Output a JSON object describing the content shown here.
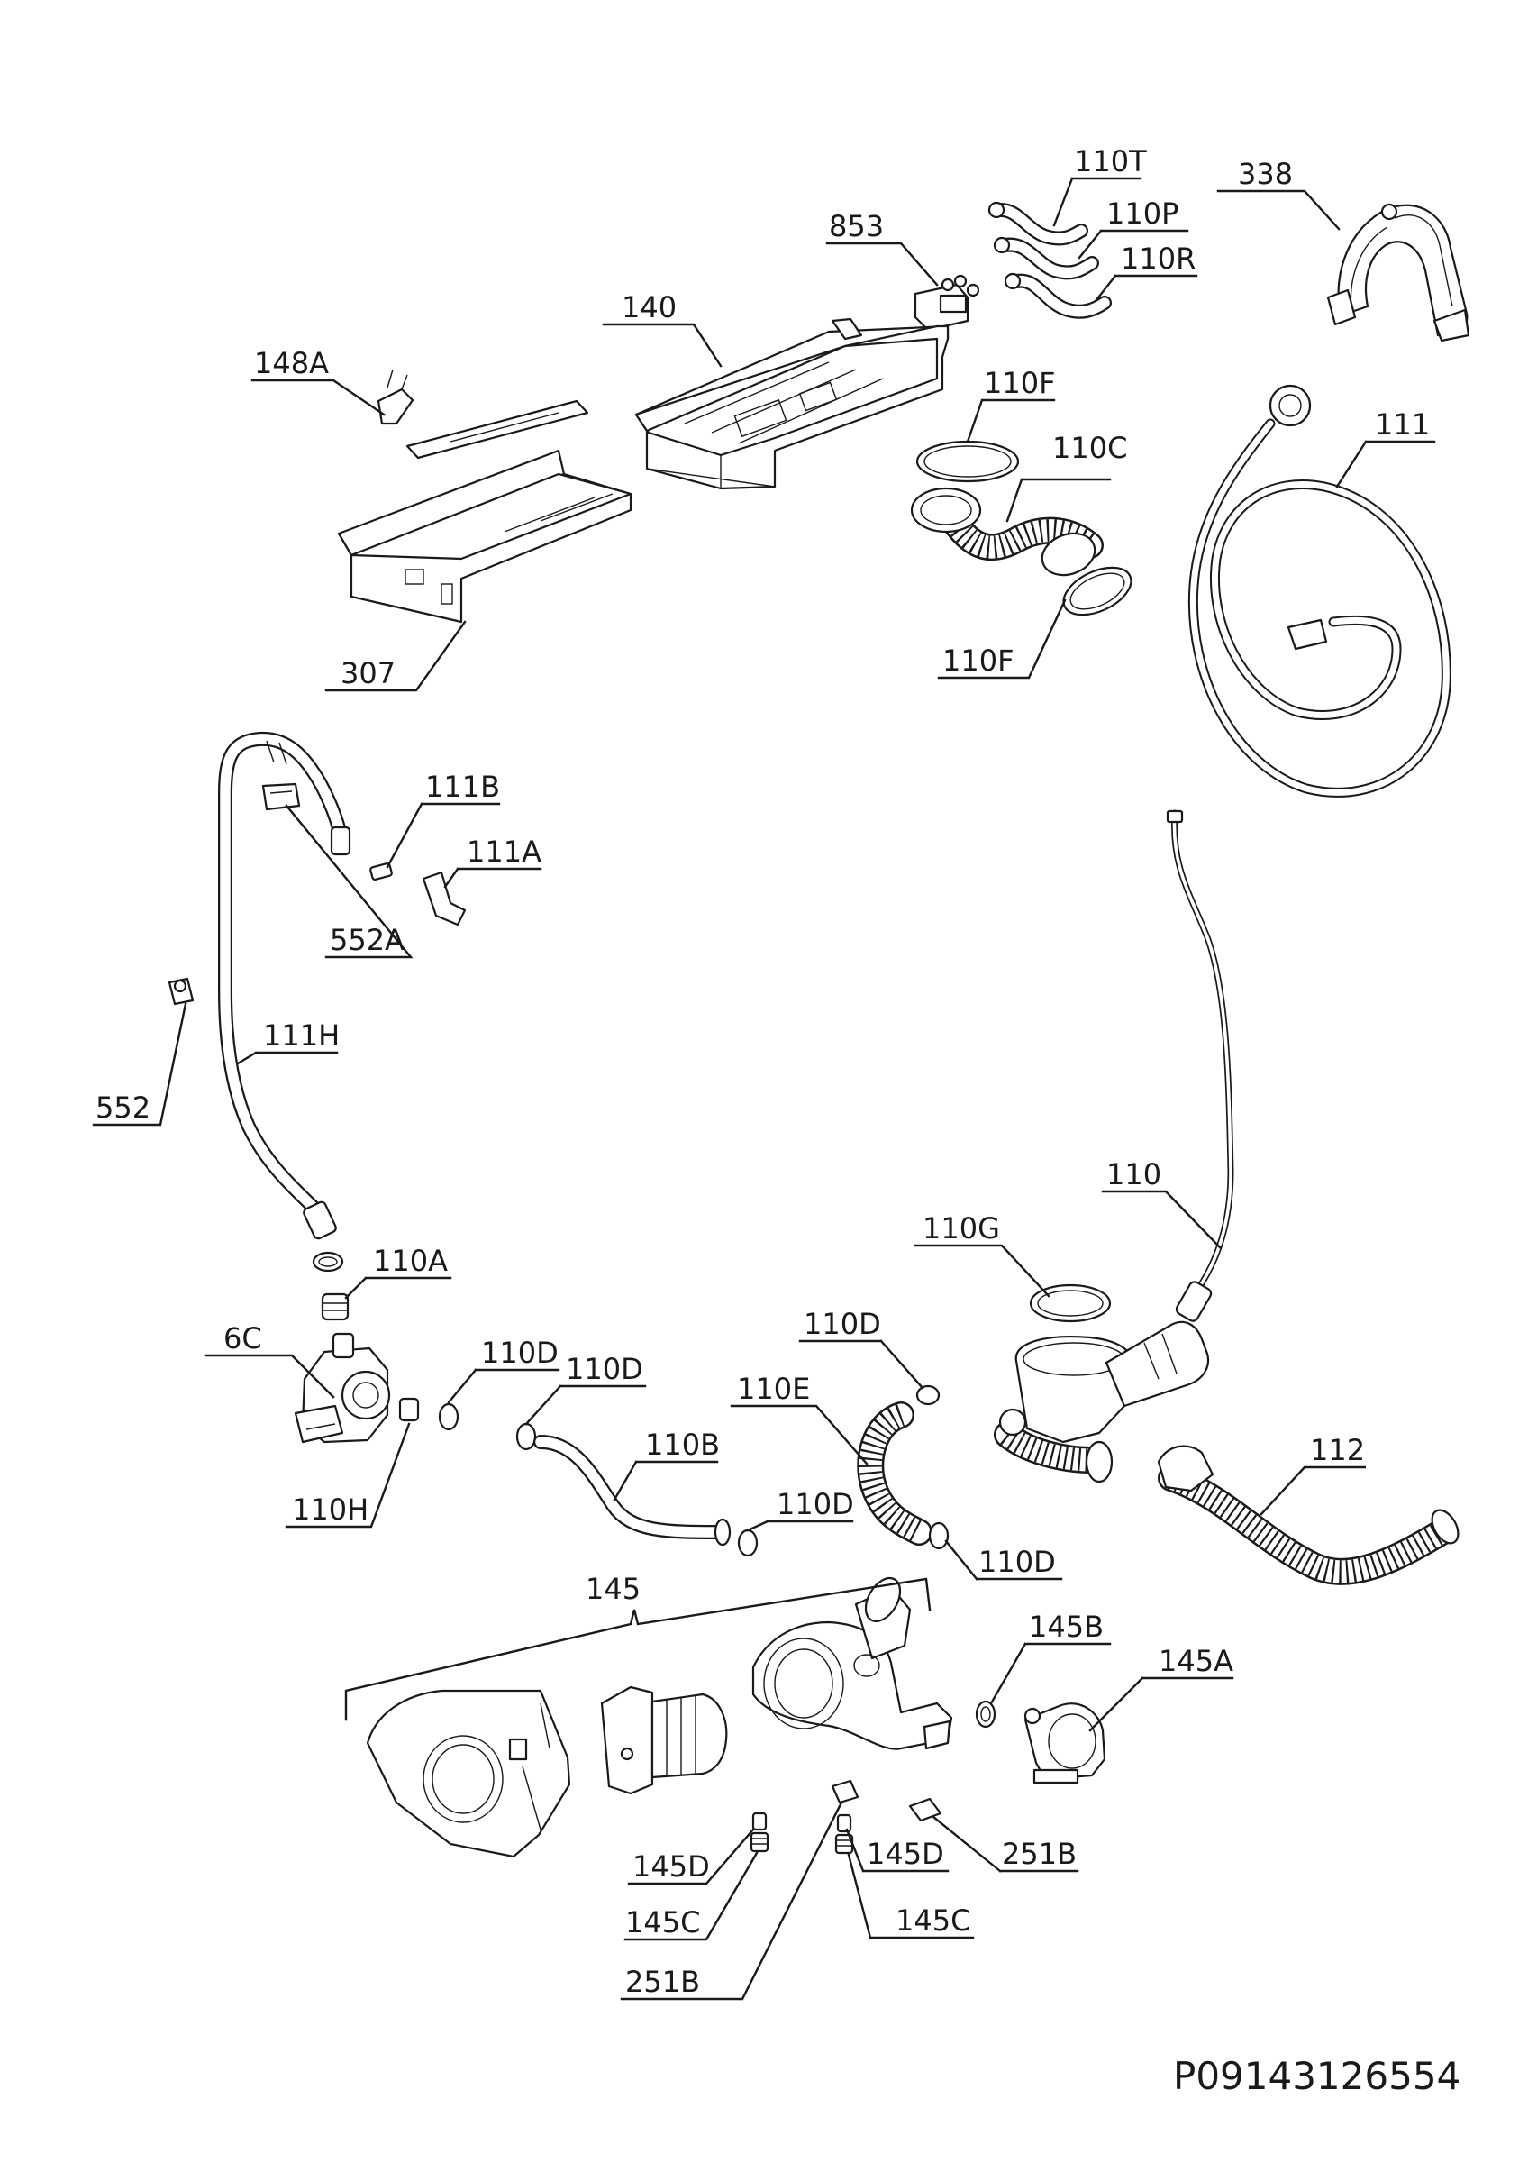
{
  "diagram": {
    "document_code": "P09143126554",
    "labels": {
      "l110T": "110T",
      "l338": "338",
      "l853": "853",
      "l110P": "110P",
      "l110R": "110R",
      "l140": "140",
      "l148A": "148A",
      "l110F_top": "110F",
      "l110C": "110C",
      "l111": "111",
      "l110F_bottom": "110F",
      "l307": "307",
      "l111B": "111B",
      "l111A": "111A",
      "l552A": "552A",
      "l111H": "111H",
      "l552": "552",
      "l110": "110",
      "l110G": "110G",
      "l110A": "110A",
      "l6C": "6C",
      "l110D_1": "110D",
      "l110D_2": "110D",
      "l110D_3": "110D",
      "l110E": "110E",
      "l110B": "110B",
      "l110D_4": "110D",
      "l110D_5": "110D",
      "l112": "112",
      "l110H": "110H",
      "l145": "145",
      "l145B": "145B",
      "l145A": "145A",
      "l145D_1": "145D",
      "l145D_2": "145D",
      "l251B_1": "251B",
      "l145C_1": "145C",
      "l145C_2": "145C",
      "l251B_2": "251B"
    }
  }
}
